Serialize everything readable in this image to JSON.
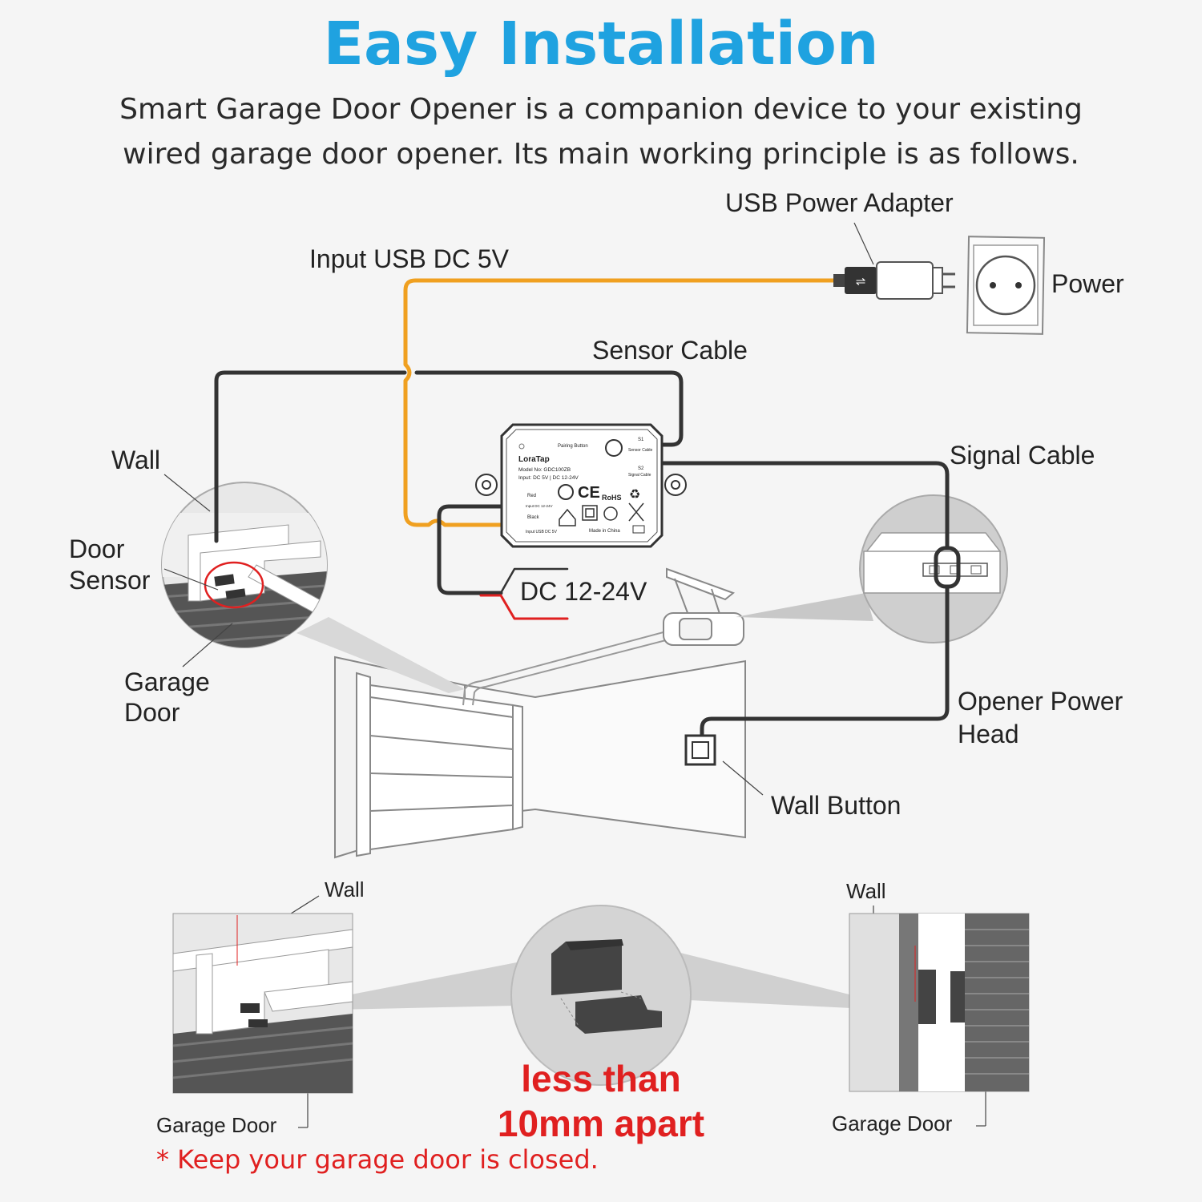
{
  "title": "Easy Installation",
  "subtitle_line1": "Smart Garage Door Opener is a companion device to your existing",
  "subtitle_line2": "wired garage door opener. Its main working principle is as follows.",
  "colors": {
    "accent": "#1fa2e0",
    "usb_cable": "#f0a020",
    "cable": "#333333",
    "warning": "#e02020"
  },
  "labels": {
    "usb_adapter": "USB Power Adapter",
    "input_usb": "Input USB DC 5V",
    "power": "Power",
    "sensor_cable": "Sensor Cable",
    "signal_cable": "Signal Cable",
    "wall": "Wall",
    "door_sensor_1": "Door",
    "door_sensor_2": "Sensor",
    "garage_door_1": "Garage",
    "garage_door_2": "Door",
    "dc": "DC 12-24V",
    "opener_1": "Opener Power",
    "opener_2": "Head",
    "wall_button": "Wall Button",
    "wall_left": "Wall",
    "wall_right": "Wall",
    "garage_door_left": "Garage Door",
    "garage_door_right": "Garage Door"
  },
  "device": {
    "brand": "LoraTap",
    "pairing": "Pairing Button",
    "model": "Model No: GDC100ZB",
    "input": "Input: DC 5V | DC 12-24V",
    "red": "Red",
    "input_dc": "Input DC 12-24V",
    "black": "Black",
    "input_usb": "Input USB DC 5V",
    "s1": "S1",
    "sensor_cable": "Sensor Cable",
    "s2": "S2",
    "signal_cable": "Signal Cable",
    "made_in": "Made in China",
    "rohs": "RoHS"
  },
  "distance_1": "less than",
  "distance_2": "10mm apart",
  "note": "* Keep your garage door is closed."
}
